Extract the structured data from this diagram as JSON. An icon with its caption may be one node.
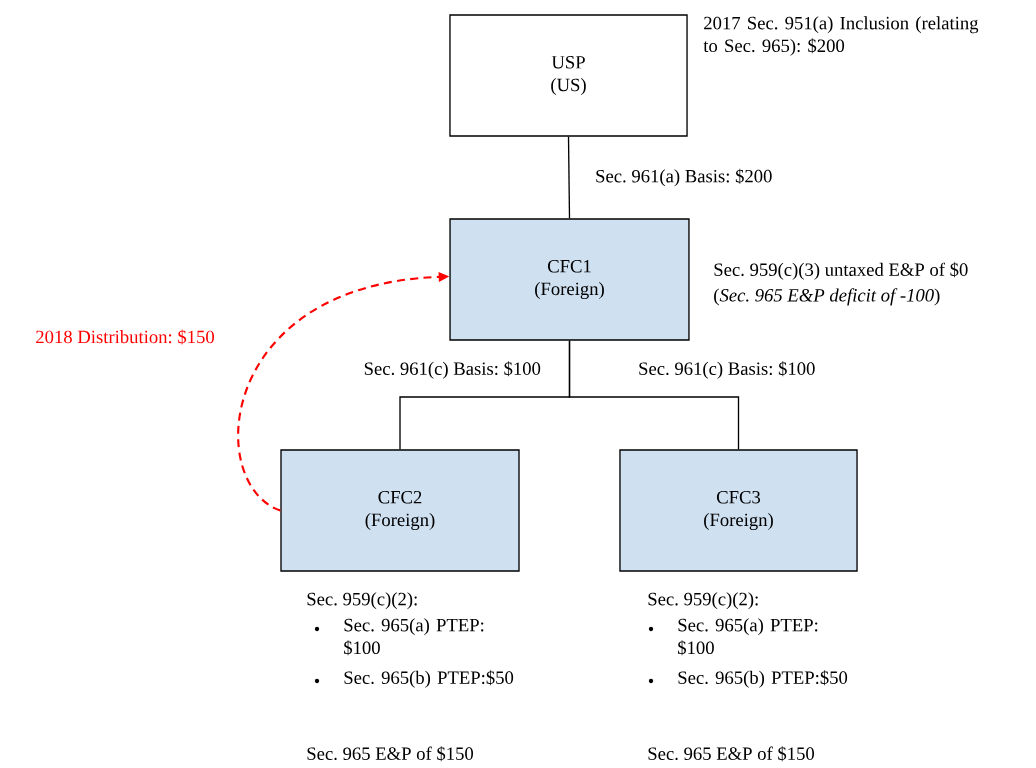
{
  "diagram": {
    "nodes": [
      {
        "text": [
          "USP",
          "(US)"
        ],
        "beside": [
          "2017 Sec. 951(a) Inclusion (relating to Sec. 965): $200"
        ]
      },
      {
        "text": [
          "CFC1",
          "(Foreign)"
        ],
        "beside": [
          "Sec. 959(c)(3) untaxed E&P of $0",
          "(*Sec. 965 E&P deficit of -100*)"
        ]
      },
      {
        "text": [
          "CFC2",
          "(Foreign)"
        ],
        "beside": [
          "Sec. 959(c)(2):",
          "Sec. 965(a) PTEP: $100",
          "Sec. 965(b) PTEP:$50",
          "Sec. 965 E&P of $150"
        ]
      },
      {
        "text": [
          "CFC3",
          "(Foreign)"
        ],
        "beside": [
          "Sec. 959(c)(2):",
          "Sec. 965(a) PTEP: $100",
          "Sec. 965(b) PTEP:$50",
          "Sec. 965 E&P of $150"
        ]
      }
    ],
    "edges": [
      {
        "from": 0,
        "to": 1,
        "arrow": "none",
        "label": "Sec. 961(a) Basis: $200"
      },
      {
        "from": 1,
        "to": 2,
        "arrow": "none",
        "label": "Sec. 961(c) Basis: $100"
      },
      {
        "from": 1,
        "to": 3,
        "arrow": "none",
        "label": "Sec. 961(c) Basis: $100"
      },
      {
        "from": 2,
        "to": 1,
        "arrow": "to",
        "label": "2018 Distribution: $150",
        "style": "dashed",
        "color": "#ff0000"
      }
    ]
  }
}
